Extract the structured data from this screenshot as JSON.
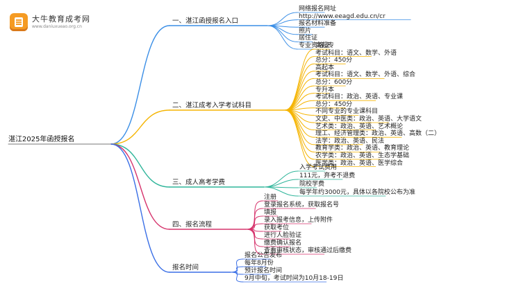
{
  "logo": {
    "name": "大牛教育成考网",
    "domain": "www.daniuxueao.org.cn",
    "colors": {
      "badge": "#f59b23"
    }
  },
  "mindmap": {
    "root": "湛江2025年函授报名",
    "branches": [
      {
        "label": "一、湛江函授报名入口",
        "color": "#3a8ee6",
        "children": [
          "网络报名网址",
          "http://www.eeagd.edu.cn/cr",
          "报名材料准备",
          "照片",
          "居住证",
          "专业资格证"
        ]
      },
      {
        "label": "二、湛江成考入学考试科目",
        "color": "#f5b400",
        "children": [
          "高起专",
          "考试科目：语文、数学、外语",
          "总分：450分",
          "高起本",
          "考试科目：语文、数学、外语、综合",
          "总分：600分",
          "专升本",
          "考试科目：政治、英语、专业课",
          "总分：450分",
          "不同专业的专业课科目",
          "文史、中医类：政治、英语、大学语文",
          "艺术类：政治、英语、艺术概论",
          "理工、经济管理类：政治、英语、高数（二）",
          "法学：政治、英语、民法",
          "教育学类：政治、英语、教育理论",
          "农学类：政治、英语、生态学基础",
          "医学类：政治、英语、医学综合"
        ]
      },
      {
        "label": "三、成人高考学费",
        "color": "#2fb59a",
        "children": [
          "入学考试费用",
          "111元，弃考不退费",
          "院校学费",
          "每学年约3000元，具体以各院校公布为准"
        ]
      },
      {
        "label": "四、报名流程",
        "color": "#d6336c",
        "children": [
          "注册",
          "登录报名系统，获取报名号",
          "填报",
          "录入报考信息，上传附件",
          "获取考位",
          "进行人脸验证",
          "缴费确认报名",
          "查看审核状态，审核通过后缴费"
        ]
      },
      {
        "label": "报名时间",
        "color": "#3a6fe6",
        "children": [
          "报名公告发布",
          "每年8月份",
          "预计报名时间",
          "9月中旬，考试时间为10月18-19日"
        ]
      }
    ]
  }
}
